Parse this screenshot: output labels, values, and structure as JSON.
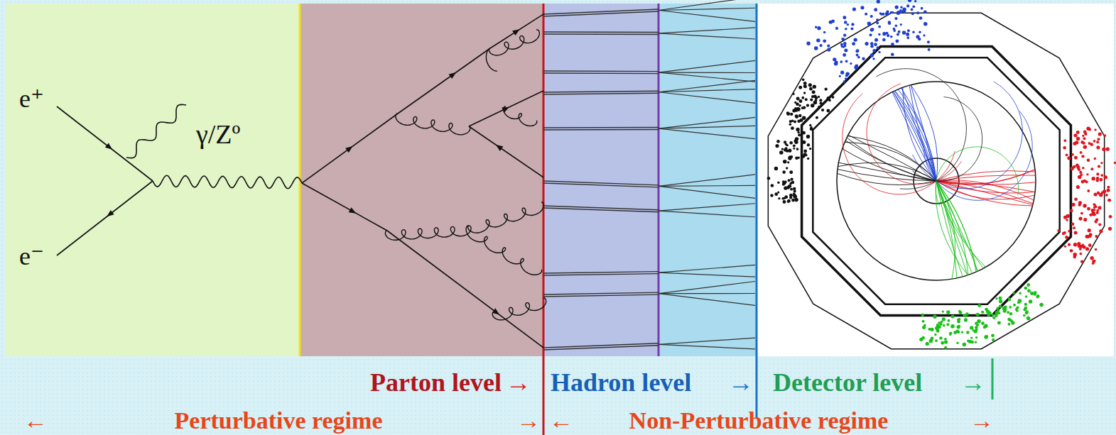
{
  "diagram": {
    "labels": [
      "e⁺",
      "e⁻",
      "γ/Zº",
      "Parton level",
      "→",
      "Hadron level",
      "→",
      "Detector level",
      "→",
      "←",
      "Perturbative regime",
      "→",
      "←",
      "Non-Perturbative regime",
      "→"
    ]
  }
}
